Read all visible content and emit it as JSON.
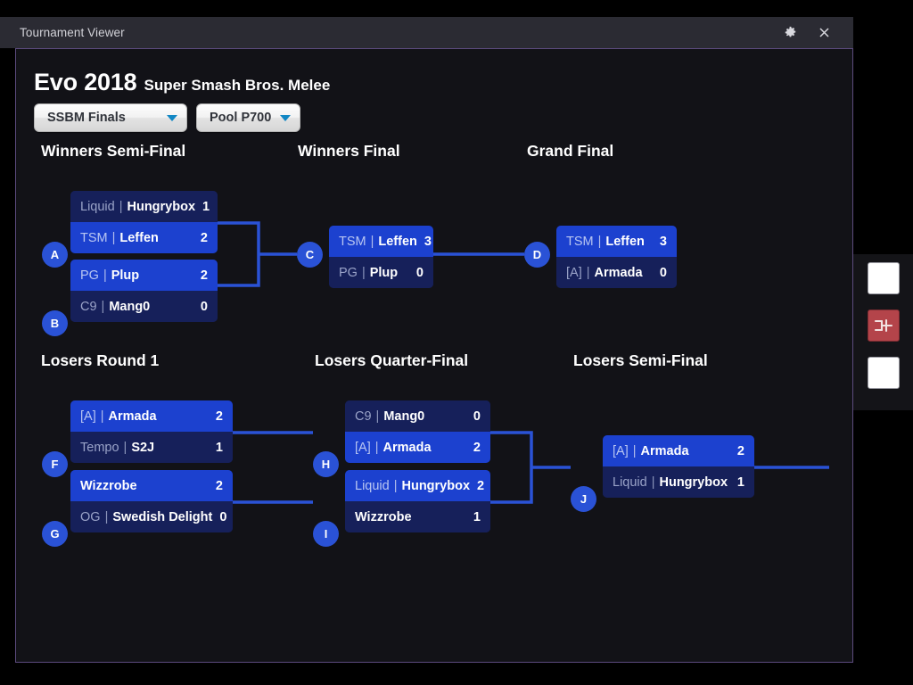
{
  "window": {
    "title": "Tournament Viewer",
    "settings_icon": "gear-icon",
    "close_icon": "close-icon"
  },
  "header": {
    "event": "Evo 2018",
    "game": "Super Smash Bros. Melee"
  },
  "selectors": [
    {
      "name": "phase-select",
      "value": "SSBM Finals",
      "caret": "chevron-down-icon"
    },
    {
      "name": "pool-select",
      "value": "Pool P700",
      "caret": "chevron-down-icon"
    }
  ],
  "rounds": [
    {
      "id": "winners-semi-final",
      "title": "Winners Semi-Final"
    },
    {
      "id": "winners-final",
      "title": "Winners Final"
    },
    {
      "id": "grand-final",
      "title": "Grand Final"
    },
    {
      "id": "losers-round-1",
      "title": "Losers Round 1"
    },
    {
      "id": "losers-quarter-final",
      "title": "Losers Quarter-Final"
    },
    {
      "id": "losers-semi-final",
      "title": "Losers Semi-Final"
    }
  ],
  "matches": [
    {
      "node": "A",
      "round": "winners-semi-final",
      "slots": [
        {
          "team": "Liquid",
          "sep": "|",
          "player": "Hungrybox",
          "score": "1",
          "winner": false
        },
        {
          "team": "TSM",
          "sep": "|",
          "player": "Leffen",
          "score": "2",
          "winner": true
        }
      ]
    },
    {
      "node": "B",
      "round": "winners-semi-final",
      "slots": [
        {
          "team": "PG",
          "sep": "|",
          "player": "Plup",
          "score": "2",
          "winner": true
        },
        {
          "team": "C9",
          "sep": "|",
          "player": "Mang0",
          "score": "0",
          "winner": false
        }
      ]
    },
    {
      "node": "C",
      "round": "winners-final",
      "slots": [
        {
          "team": "TSM",
          "sep": "|",
          "player": "Leffen",
          "score": "3",
          "winner": true
        },
        {
          "team": "PG",
          "sep": "|",
          "player": "Plup",
          "score": "0",
          "winner": false
        }
      ]
    },
    {
      "node": "D",
      "round": "grand-final",
      "slots": [
        {
          "team": "TSM",
          "sep": "|",
          "player": "Leffen",
          "score": "3",
          "winner": true
        },
        {
          "team": "[A]",
          "sep": "|",
          "player": "Armada",
          "score": "0",
          "winner": false
        }
      ]
    },
    {
      "node": "F",
      "round": "losers-round-1",
      "slots": [
        {
          "team": "[A]",
          "sep": "|",
          "player": "Armada",
          "score": "2",
          "winner": true
        },
        {
          "team": "Tempo",
          "sep": "|",
          "player": "S2J",
          "score": "1",
          "winner": false
        }
      ]
    },
    {
      "node": "G",
      "round": "losers-round-1",
      "slots": [
        {
          "team": "",
          "sep": "",
          "player": "Wizzrobe",
          "score": "2",
          "winner": true
        },
        {
          "team": "OG",
          "sep": "|",
          "player": "Swedish Delight",
          "score": "0",
          "winner": false
        }
      ]
    },
    {
      "node": "H",
      "round": "losers-quarter-final",
      "slots": [
        {
          "team": "C9",
          "sep": "|",
          "player": "Mang0",
          "score": "0",
          "winner": false
        },
        {
          "team": "[A]",
          "sep": "|",
          "player": "Armada",
          "score": "2",
          "winner": true
        }
      ]
    },
    {
      "node": "I",
      "round": "losers-quarter-final",
      "slots": [
        {
          "team": "Liquid",
          "sep": "|",
          "player": "Hungrybox",
          "score": "2",
          "winner": true
        },
        {
          "team": "",
          "sep": "",
          "player": "Wizzrobe",
          "score": "1",
          "winner": false
        }
      ]
    },
    {
      "node": "J",
      "round": "losers-semi-final",
      "slots": [
        {
          "team": "[A]",
          "sep": "|",
          "player": "Armada",
          "score": "2",
          "winner": true
        },
        {
          "team": "Liquid",
          "sep": "|",
          "player": "Hungrybox",
          "score": "1",
          "winner": false
        }
      ]
    }
  ],
  "dock": {
    "buttons": [
      {
        "name": "dock-blank-top",
        "icon": "blank-square-icon"
      },
      {
        "name": "dock-bracket-tool",
        "icon": "bracket-tree-icon"
      },
      {
        "name": "dock-blank-bottom",
        "icon": "blank-square-icon"
      }
    ]
  },
  "colors": {
    "winner_row": "#1c41cf",
    "loser_row": "#16205a",
    "node": "#2a52d6",
    "wire": "#2a52d6",
    "panel_border": "#5c4b7e",
    "dock_active": "#b4444a"
  }
}
